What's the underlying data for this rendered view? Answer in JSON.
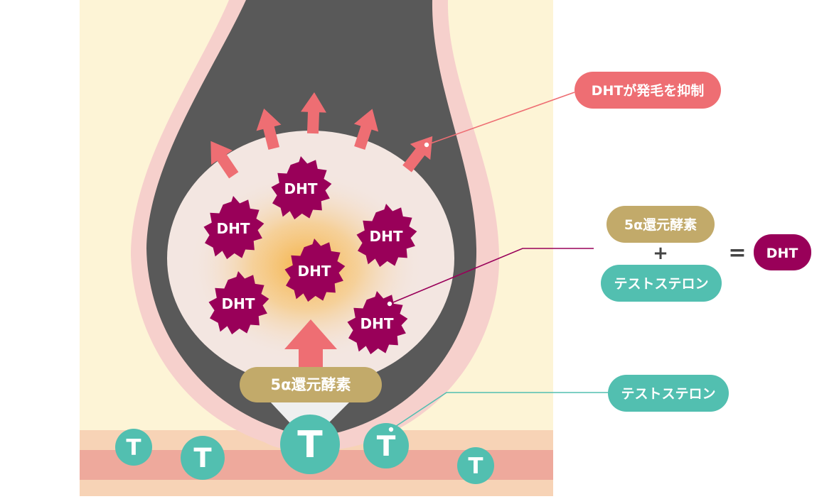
{
  "colors": {
    "skin_background": "#fdf4d6",
    "follicle_sheath": "#f6d0cc",
    "hair_dark": "#595959",
    "bulb_interior": "#f3e6e1",
    "glow": "#f5b03f",
    "dht_magenta": "#990059",
    "arrow_coral": "#ee6e73",
    "enzyme_gold": "#c2aa6a",
    "testosterone_teal": "#52bfb0",
    "skin_layer_light": "#f7d3b6",
    "skin_layer_dark": "#eea99c",
    "white": "#ffffff"
  },
  "molecules": {
    "dht_label": "DHT",
    "testosterone_symbol": "T"
  },
  "labels": {
    "suppress": "DHTが発毛を抑制",
    "enzyme_inner": "5α還元酵素",
    "testosterone_callout": "テストステロン"
  },
  "equation": {
    "term1": "5α還元酵素",
    "plus": "+",
    "term2": "テストステロン",
    "equals": "=",
    "result": "DHT"
  }
}
